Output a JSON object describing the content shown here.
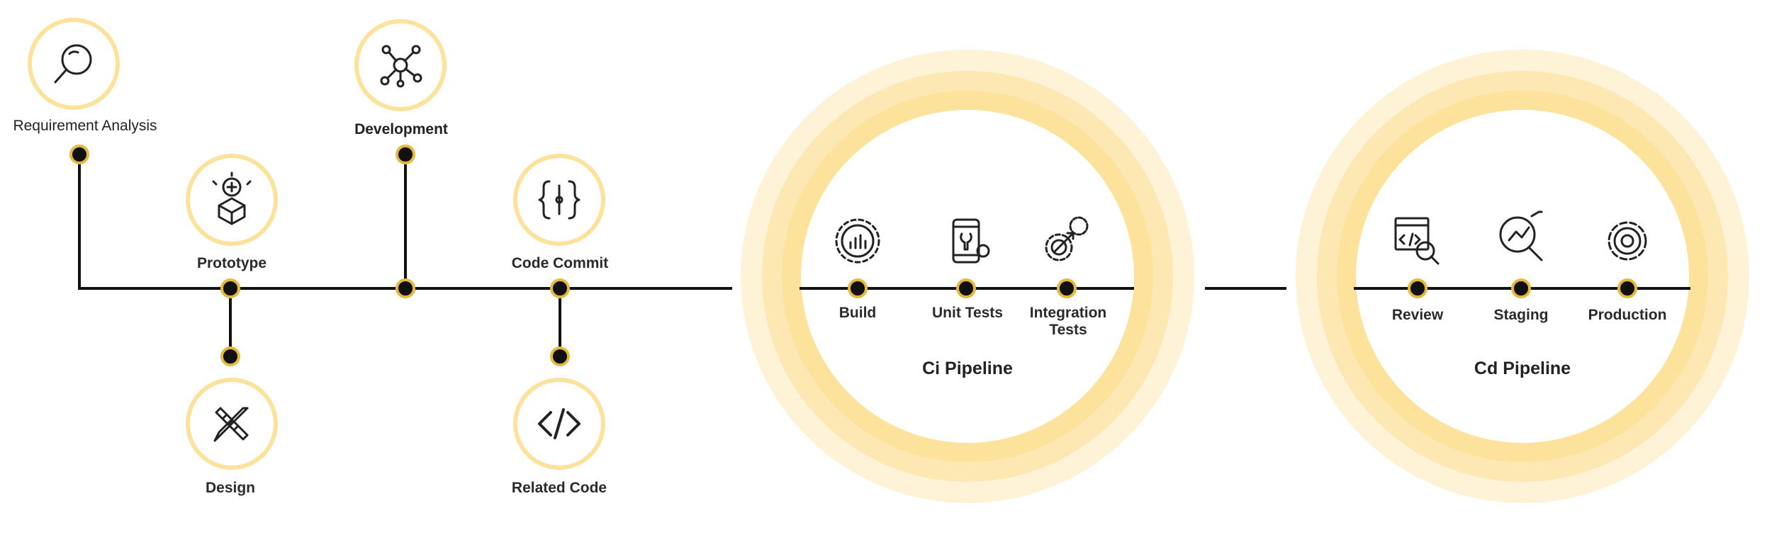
{
  "colors": {
    "accent": "#FCE29B",
    "accent_soft": "#FEF3D6",
    "accent_mid": "#FDE8B3",
    "line": "#111111",
    "node_fill": "#111111",
    "node_ring": "#E6B83C"
  },
  "stages": {
    "requirement_analysis": {
      "label": "Requirement Analysis",
      "icon": "magnifier-icon"
    },
    "prototype": {
      "label": "Prototype",
      "icon": "prototype-box-icon"
    },
    "design": {
      "label": "Design",
      "icon": "pencil-ruler-icon"
    },
    "development": {
      "label": "Development",
      "icon": "network-hub-icon"
    },
    "code_commit": {
      "label": "Code Commit",
      "icon": "curly-braces-icon"
    },
    "related_code": {
      "label": "Related Code",
      "icon": "code-tag-icon"
    }
  },
  "ci_pipeline": {
    "title": "Ci Pipeline",
    "steps": [
      {
        "label": "Build",
        "icon": "build-gear-chart-icon"
      },
      {
        "label": "Unit Tests",
        "icon": "mobile-wrench-icon"
      },
      {
        "label": "Integration Tests",
        "icon": "gears-arrow-icon"
      }
    ]
  },
  "cd_pipeline": {
    "title": "Cd Pipeline",
    "steps": [
      {
        "label": "Review",
        "icon": "code-window-search-icon"
      },
      {
        "label": "Staging",
        "icon": "analytics-magnifier-icon"
      },
      {
        "label": "Production",
        "icon": "cog-icon"
      }
    ]
  }
}
